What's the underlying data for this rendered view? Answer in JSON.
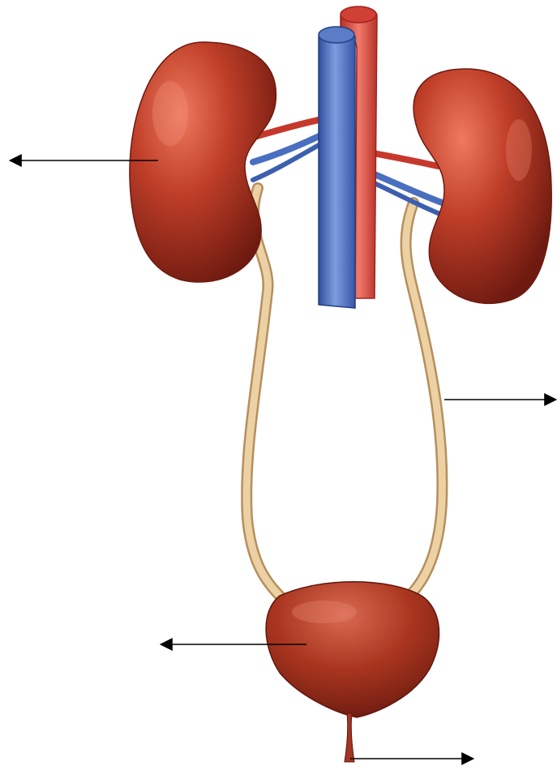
{
  "diagram": {
    "parts": [
      {
        "id": "right-kidney",
        "label": ""
      },
      {
        "id": "left-kidney",
        "label": ""
      },
      {
        "id": "aorta",
        "label": ""
      },
      {
        "id": "inferior-vena-cava",
        "label": ""
      },
      {
        "id": "left-ureter",
        "label": ""
      },
      {
        "id": "right-ureter",
        "label": ""
      },
      {
        "id": "urinary-bladder",
        "label": ""
      },
      {
        "id": "urethra",
        "label": ""
      }
    ],
    "pointers": [
      {
        "target": "right-kidney",
        "direction": "left",
        "label": ""
      },
      {
        "target": "ureter",
        "direction": "right",
        "label": ""
      },
      {
        "target": "urinary-bladder",
        "direction": "left",
        "label": ""
      },
      {
        "target": "urethra",
        "direction": "right",
        "label": ""
      }
    ],
    "colors": {
      "organ": "#b23a26",
      "organ_highlight": "#e0644a",
      "organ_shadow": "#6e1a10",
      "artery": "#d9453a",
      "vein": "#4a6fc0",
      "ureter": "#e2c08e",
      "ureter_edge": "#b68f5c",
      "pointer": "#000000"
    }
  }
}
